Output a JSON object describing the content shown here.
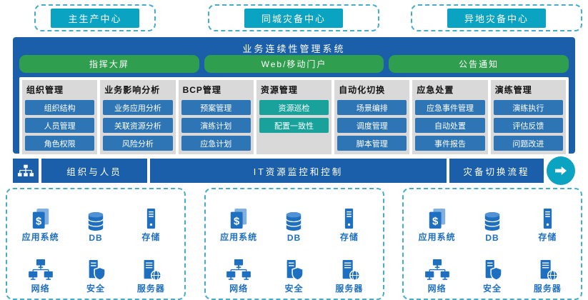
{
  "colors": {
    "teal": "#0ba3c2",
    "dashed_border": "#45adca",
    "dark_blue": "#1b5ea9",
    "green": "#2f9e4e",
    "item_blue": "#2e75b6",
    "item_teal": "#18a29b",
    "column_bg": "#d9d9d9",
    "icon_blue": "#1f6fc0"
  },
  "centers": [
    "主生产中心",
    "同城灾备中心",
    "异地灾备中心"
  ],
  "system": {
    "title": "业务连续性管理系统",
    "portals": [
      "指挥大屏",
      "Web/移动门户",
      "公告通知"
    ],
    "columns": [
      {
        "header": "组织管理",
        "items": [
          "组织结构",
          "人员管理",
          "角色权限"
        ]
      },
      {
        "header": "业务影响分析",
        "items": [
          "业务应用分析",
          "关联资源分析",
          "风险分析"
        ]
      },
      {
        "header": "BCP管理",
        "items": [
          "预案管理",
          "演练计划",
          "应急计划"
        ]
      },
      {
        "header": "资源管理",
        "items": [
          "资源巡检",
          "配置一致性"
        ]
      },
      {
        "header": "自动化切换",
        "items": [
          "场景编排",
          "调度管理",
          "脚本管理"
        ]
      },
      {
        "header": "应急处置",
        "items": [
          "应急事件管理",
          "自动处置",
          "事件报告"
        ]
      },
      {
        "header": "演练管理",
        "items": [
          "演练执行",
          "评估反馈",
          "问题改进"
        ]
      }
    ]
  },
  "bars": {
    "org": "组织与人员",
    "monitor": "IT资源监控和控制",
    "switch": "灾备切换流程"
  },
  "infra": {
    "items": [
      {
        "label": "应用系统",
        "icon": "app-system-icon"
      },
      {
        "label": "DB",
        "icon": "database-icon"
      },
      {
        "label": "存储",
        "icon": "storage-icon"
      },
      {
        "label": "网络",
        "icon": "network-icon"
      },
      {
        "label": "安全",
        "icon": "security-icon"
      },
      {
        "label": "服务器",
        "icon": "server-icon"
      }
    ]
  }
}
